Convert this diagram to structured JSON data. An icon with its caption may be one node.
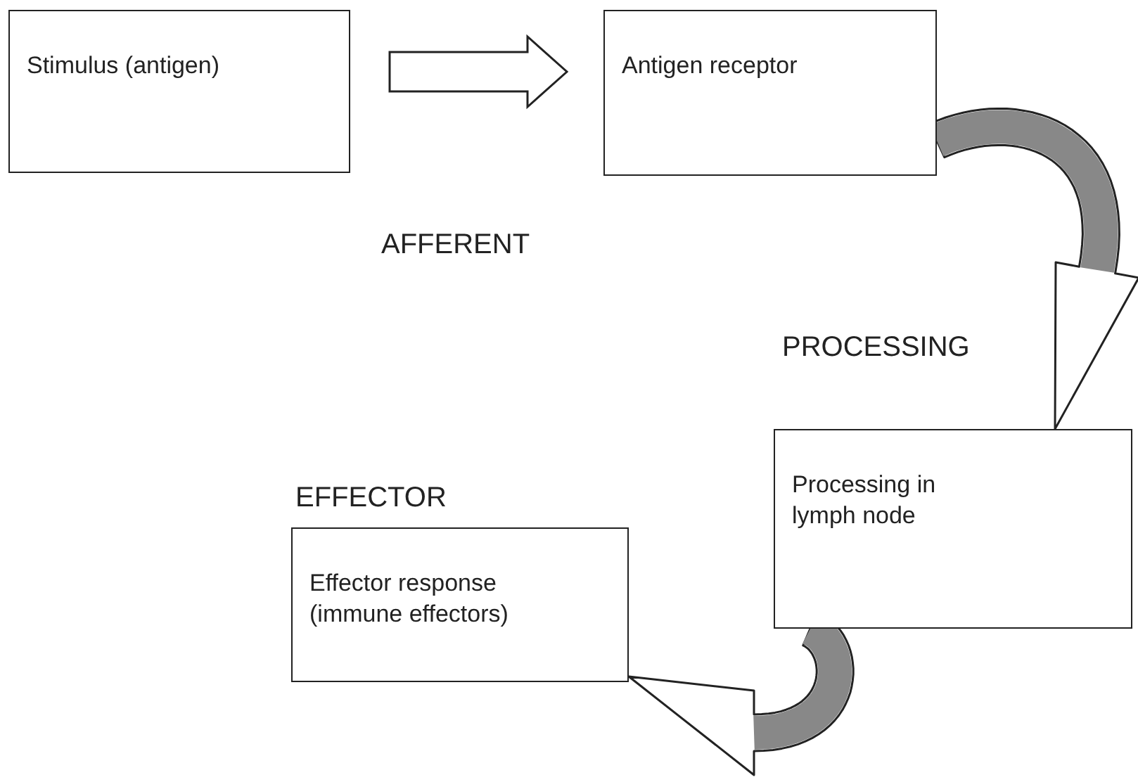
{
  "diagram": {
    "nodes": [
      {
        "text": [
          "Stimulus (antigen)"
        ]
      },
      {
        "text": [
          "Antigen receptor"
        ]
      },
      {
        "text": [
          "Processing in lymph node"
        ]
      },
      {
        "text": [
          "Effector response (immune effectors)"
        ]
      }
    ],
    "edges": [
      {
        "from": 0,
        "to": 1,
        "arrow": "to"
      },
      {
        "from": 1,
        "to": 2,
        "arrow": "to"
      },
      {
        "from": 2,
        "to": 3,
        "arrow": "to"
      }
    ],
    "labels": [
      "AFFERENT",
      "PROCESSING",
      "EFFECTOR"
    ]
  }
}
